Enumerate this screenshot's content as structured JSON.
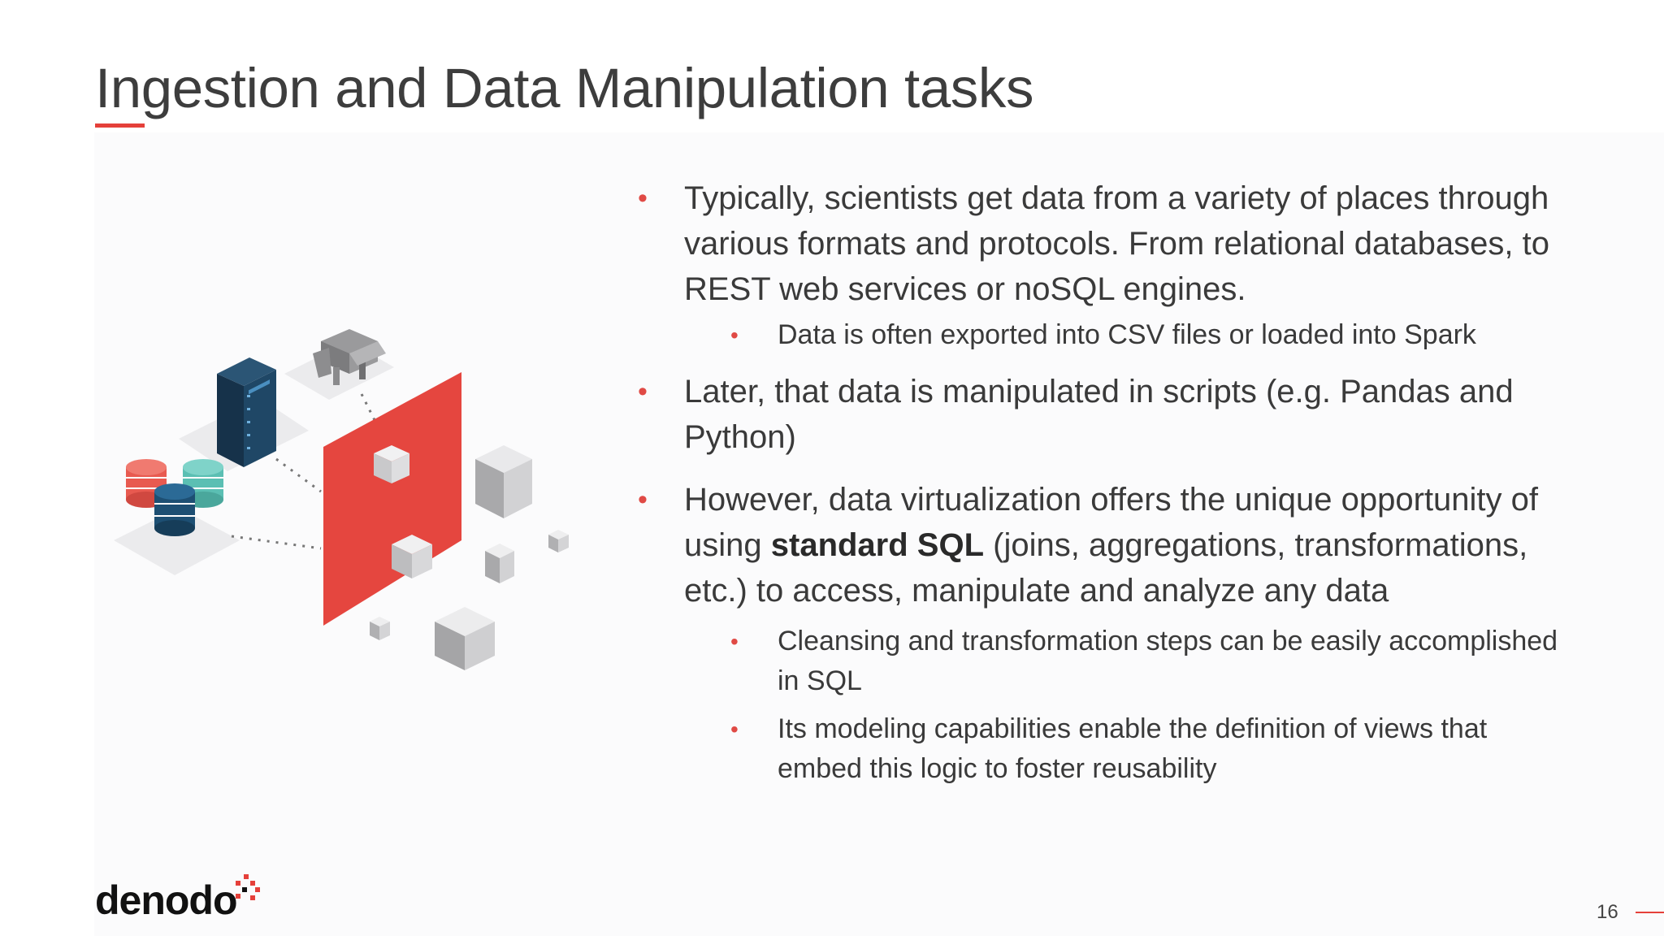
{
  "slide": {
    "title": "Ingestion and Data Manipulation tasks",
    "page_number": "16",
    "logo_text": "denodo"
  },
  "bullets": [
    {
      "text": "Typically, scientists get data from a variety of places through various formats and protocols. From relational databases, to REST web services or noSQL engines."
    },
    {
      "text": "Data is often exported into CSV files or loaded into Spark"
    },
    {
      "text": "Later, that data is manipulated in scripts (e.g. Pandas and Python)"
    },
    {
      "text_before": "However, data virtualization offers the unique opportunity of using ",
      "bold": "standard SQL",
      "text_after": " (joins, aggregations, transformations, etc.) to access, manipulate and analyze any data"
    },
    {
      "text": "Cleansing and transformation steps can be easily accomplished in SQL"
    },
    {
      "text": "Its modeling capabilities enable the definition of views that embed this logic to foster reusability"
    }
  ],
  "colors": {
    "accent": "#e5403a",
    "bullet": "#e04a45",
    "server": "#1f3e57",
    "db_red": "#e85a50",
    "db_teal": "#5bbfb3",
    "db_navy": "#1d4f73"
  },
  "icons": [
    "server-rack-icon",
    "elephant-icon",
    "database-icon",
    "cube-icon"
  ]
}
